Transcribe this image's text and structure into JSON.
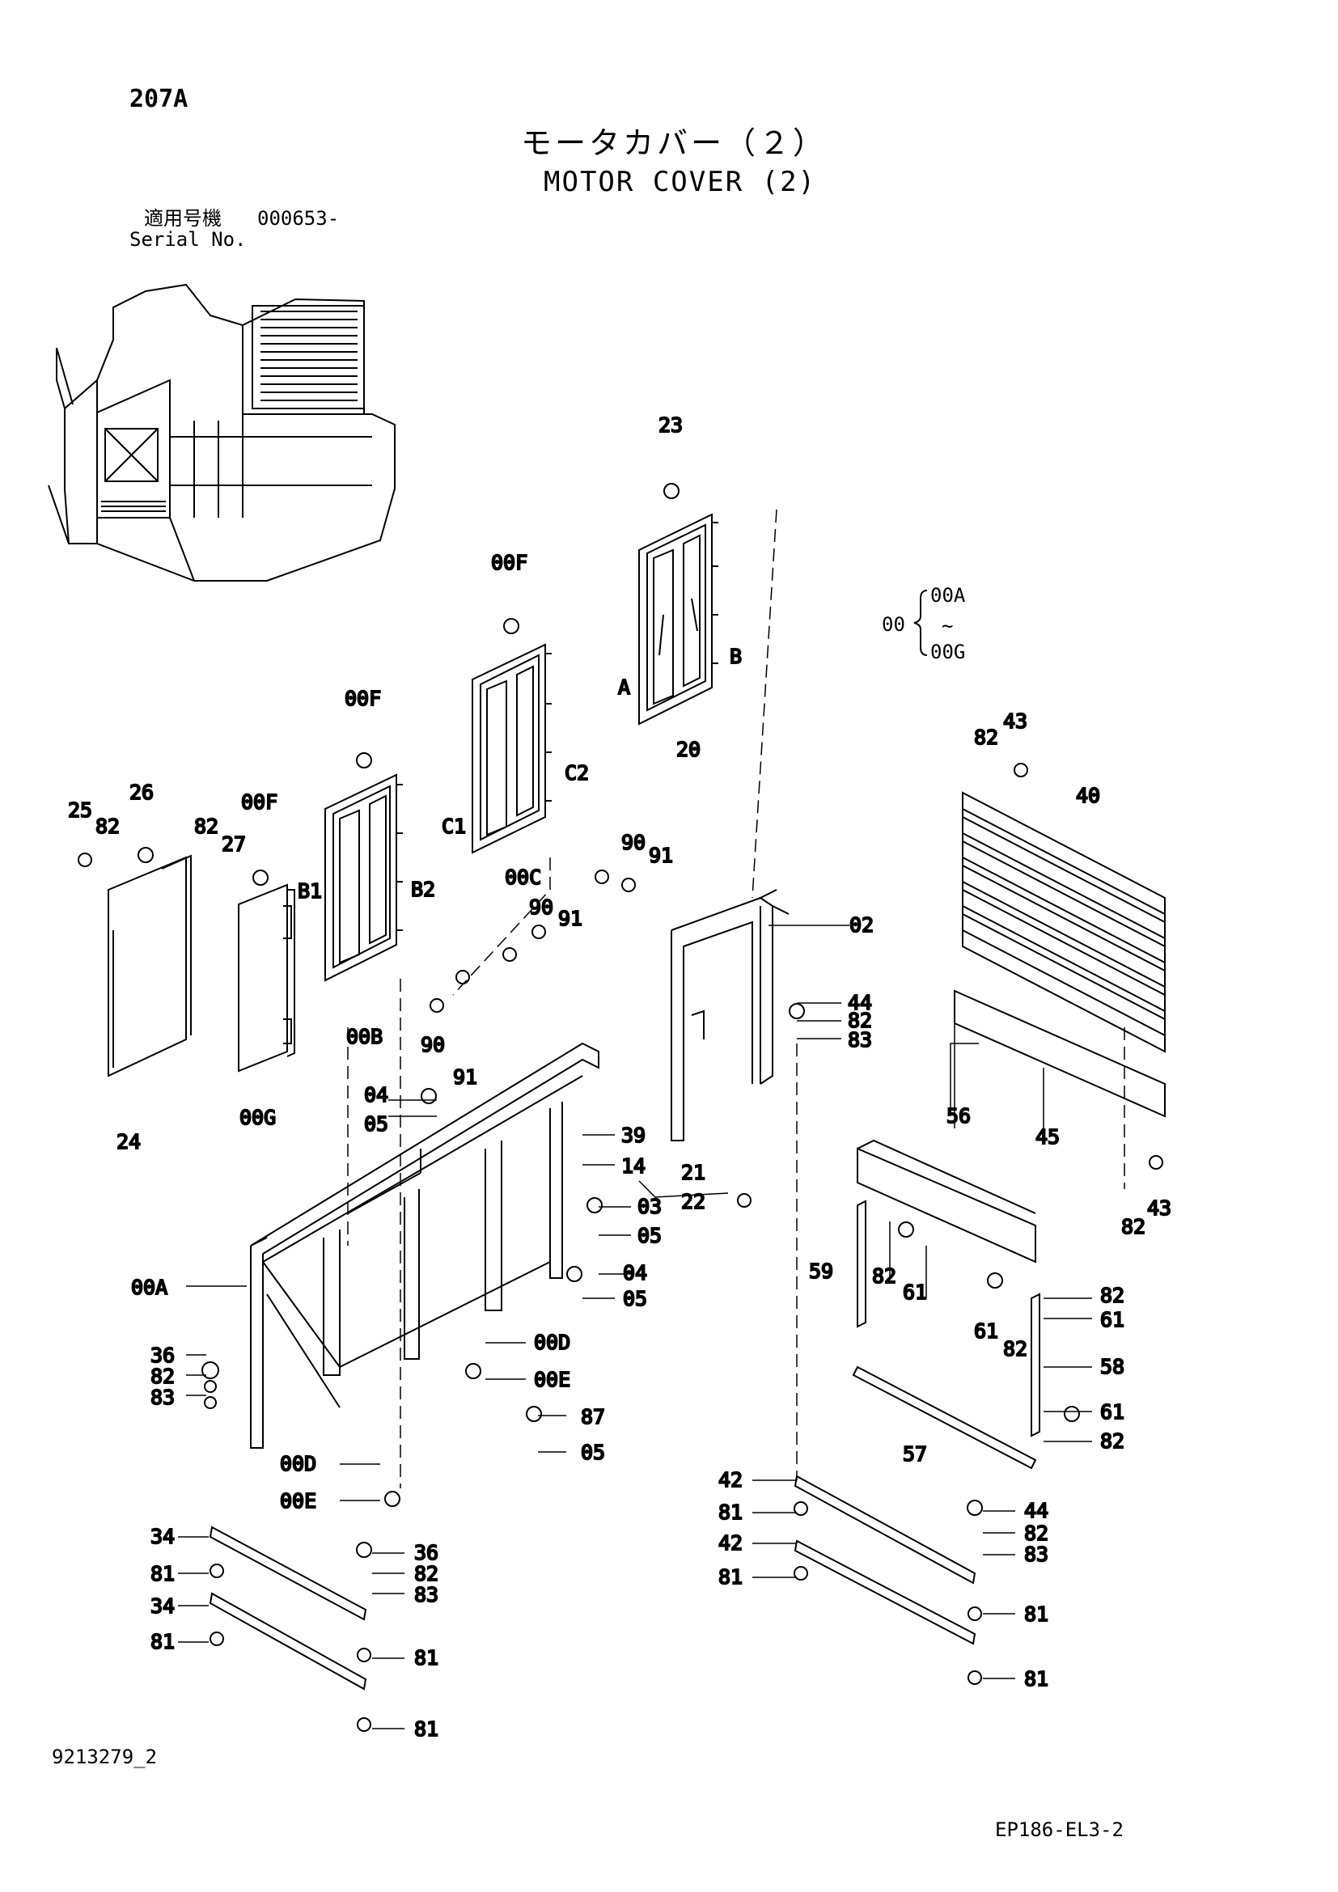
{
  "header": {
    "page_code": "207A",
    "title_jp": "モータカバー（２）",
    "title_en": "MOTOR COVER (2)",
    "serial_label_jp": "適用号機",
    "serial_value": "000653-",
    "serial_label_en": "Serial No."
  },
  "legend": {
    "parent": "00",
    "first": "00A",
    "tilde": "~",
    "last": "00G"
  },
  "labels": {
    "p23": "23",
    "p00F_a": "00F",
    "p00F_b": "00F",
    "p00F_c": "00F",
    "p20": "20",
    "pA": "A",
    "pB": "B",
    "pC1": "C1",
    "pC2": "C2",
    "p00C": "00C",
    "pB1": "B1",
    "pB2": "B2",
    "p00B": "00B",
    "p25": "25",
    "p82_a": "82",
    "p26": "26",
    "p82_b": "82",
    "p27": "27",
    "p24": "24",
    "p00G": "00G",
    "p90_a": "90",
    "p91_a": "91",
    "p90_b": "90",
    "p91_b": "91",
    "p90_c": "90",
    "p91_c": "91",
    "p02": "02",
    "p44_a": "44",
    "p82_c": "82",
    "p83_a": "83",
    "p82_d": "82",
    "p43_a": "43",
    "p40": "40",
    "p56": "56",
    "p45": "45",
    "p82_e": "82",
    "p43_b": "43",
    "p04_a": "04",
    "p05_a": "05",
    "p39": "39",
    "p14": "14",
    "p03": "03",
    "p05_b": "05",
    "p04_b": "04",
    "p05_c": "05",
    "p21": "21",
    "p22": "22",
    "p59": "59",
    "p82_f": "82",
    "p61_a": "61",
    "p61_b": "61",
    "p82_g": "82",
    "p82_h": "82",
    "p61_c": "61",
    "p58": "58",
    "p61_d": "61",
    "p82_i": "82",
    "p57": "57",
    "p00A": "00A",
    "p36_a": "36",
    "p82_j": "82",
    "p83_b": "83",
    "p00D_a": "00D",
    "p00E_a": "00E",
    "p87": "87",
    "p05_d": "05",
    "p00D_b": "00D",
    "p00E_b": "00E",
    "p34_a": "34",
    "p81_a": "81",
    "p34_b": "34",
    "p81_b": "81",
    "p36_b": "36",
    "p82_k": "82",
    "p83_c": "83",
    "p81_c": "81",
    "p81_d": "81",
    "p42_a": "42",
    "p81_e": "81",
    "p42_b": "42",
    "p81_f": "81",
    "p44_b": "44",
    "p82_l": "82",
    "p83_d": "83",
    "p81_g": "81",
    "p81_h": "81"
  },
  "footer": {
    "drawing_no": "9213279_2",
    "ref_code": "EP186-EL3-2"
  }
}
